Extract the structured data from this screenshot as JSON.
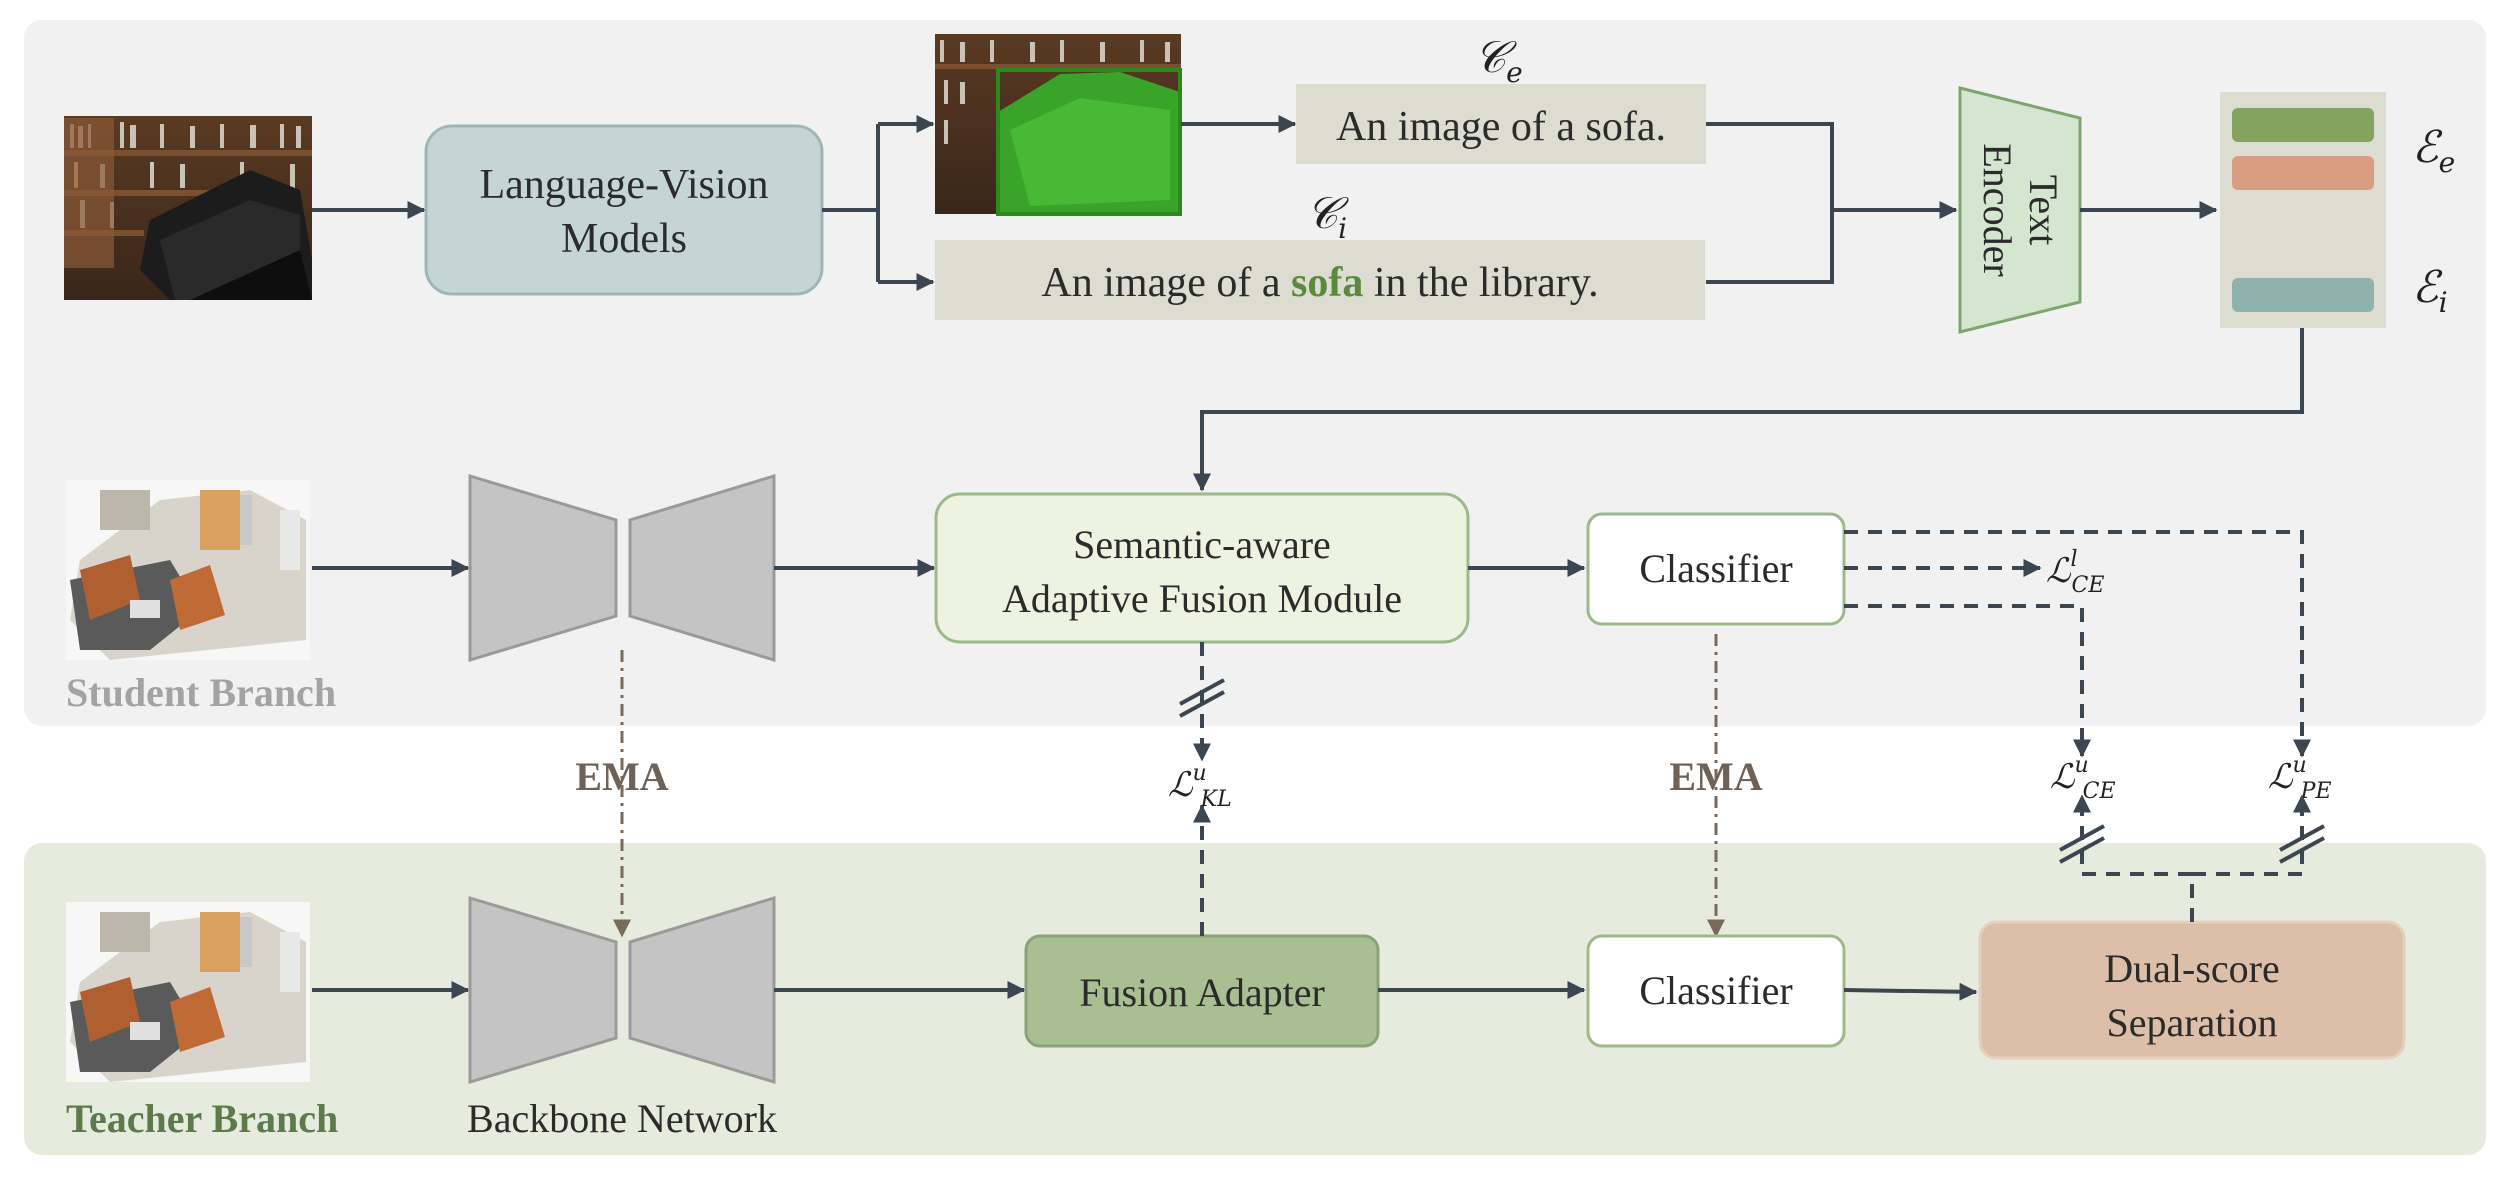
{
  "colors": {
    "student_panel": "#f1f1f1",
    "teacher_panel": "#e7ebde",
    "lvm_box": "#c5d5d6",
    "caption_box": "#dcdcd0",
    "text_encoder": "#d5e6d0",
    "safm_box": "#eef2e1",
    "fusion_adapter": "#a9bf93",
    "dual_score": "#ddbfa9",
    "embed_green": "#84a35e",
    "embed_orange": "#d99d82",
    "embed_teal": "#8fb2ae",
    "arrow": "#3b4650",
    "ema_arrow": "#7a6a5a",
    "student_label": "#a3a3a3",
    "teacher_label": "#5d7a4c",
    "ema_label": "#6e6158",
    "highlight": "#5b8a3c"
  },
  "icons": {
    "indoor_image": "library-sofa-photo",
    "segmentation": "sofa-segmentation-mask",
    "point_cloud": "room-point-cloud"
  },
  "language_vision": {
    "label_line1": "Language-Vision",
    "label_line2": "Models"
  },
  "caption_e": {
    "symbol": "𝒞",
    "sub": "e",
    "text": "An image of a sofa."
  },
  "caption_i": {
    "symbol": "𝒞",
    "sub": "i",
    "text_before": "An image of a ",
    "text_highlight": "sofa",
    "text_after": " in the library."
  },
  "text_encoder": {
    "line1": "Text",
    "line2": "Encoder"
  },
  "embeddings": {
    "e_symbol": "ℰ",
    "e_sub": "e",
    "i_symbol": "ℰ",
    "i_sub": "i"
  },
  "safm": {
    "line1": "Semantic-aware",
    "line2": "Adaptive Fusion Module"
  },
  "classifier_student": "Classifier",
  "classifier_teacher": "Classifier",
  "fusion_adapter": "Fusion Adapter",
  "dual_score": {
    "line1": "Dual-score",
    "line2": "Separation"
  },
  "losses": {
    "ce_l": {
      "symbol": "ℒ",
      "sup": "l",
      "sub": "CE"
    },
    "kl_u": {
      "symbol": "ℒ",
      "sup": "u",
      "sub": "KL"
    },
    "ce_u": {
      "symbol": "ℒ",
      "sup": "u",
      "sub": "CE"
    },
    "pe_u": {
      "symbol": "ℒ",
      "sup": "u",
      "sub": "PE"
    }
  },
  "ema_left": "EMA",
  "ema_right": "EMA",
  "student_branch": "Student Branch",
  "teacher_branch": "Teacher Branch",
  "backbone_network": "Backbone Network"
}
